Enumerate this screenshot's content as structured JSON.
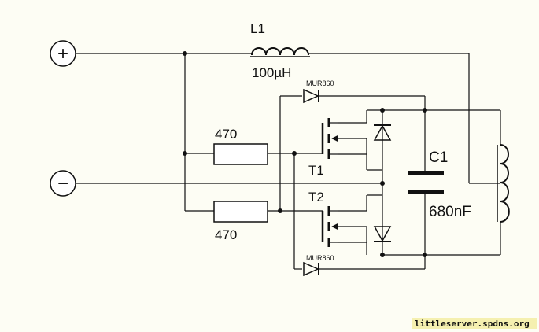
{
  "components": {
    "l1": {
      "name": "L1",
      "value": "100µH"
    },
    "d_top": {
      "value": "MUR860"
    },
    "d_bottom": {
      "value": "MUR860"
    },
    "r_top": {
      "value": "470"
    },
    "r_bottom": {
      "value": "470"
    },
    "t1": {
      "name": "T1"
    },
    "t2": {
      "name": "T2"
    },
    "c1": {
      "name": "C1",
      "value": "680nF"
    }
  },
  "terminals": {
    "positive": "+",
    "negative": "−"
  },
  "watermark": "littleserver.spdns.org"
}
